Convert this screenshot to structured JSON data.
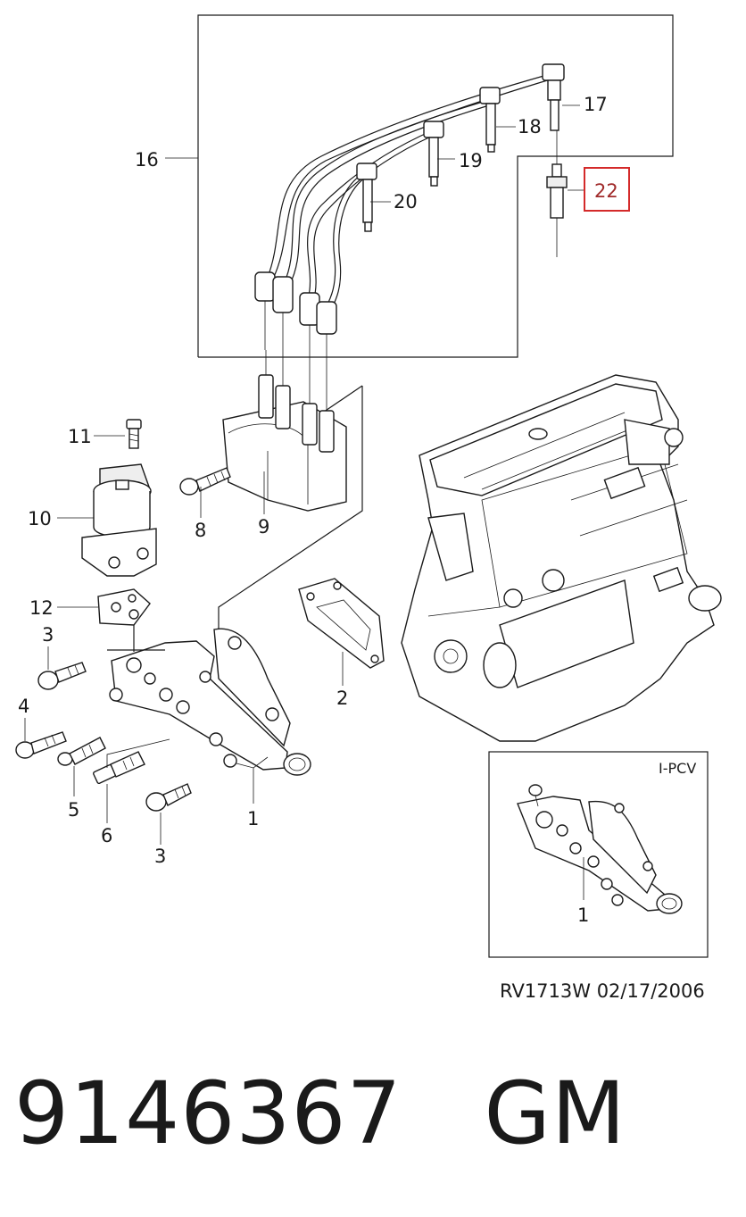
{
  "callouts": {
    "c1": "1",
    "c2": "2",
    "c3": "3",
    "c4": "4",
    "c5": "5",
    "c6": "6",
    "c8": "8",
    "c9": "9",
    "c10": "10",
    "c11": "11",
    "c12": "12",
    "c16": "16",
    "c17": "17",
    "c18": "18",
    "c19": "19",
    "c20": "20",
    "c22": "22"
  },
  "inset": {
    "label": "I-PCV",
    "callout": "1"
  },
  "drawing_code": "RV1713W  02/17/2006",
  "footer": {
    "part_number": "9146367",
    "brand": "GM"
  },
  "colors": {
    "highlight": "#d42a2a",
    "highlight_text": "#a02a2a",
    "ink": "#1a1a1a"
  }
}
